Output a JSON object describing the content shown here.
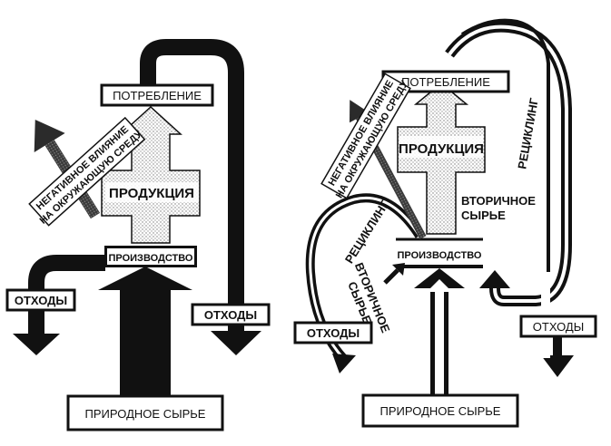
{
  "left_diagram": {
    "consumption": "ПОТРЕБЛЕНИЕ",
    "production": "ПРОИЗВОДСТВО",
    "products": "ПРОДУКЦИЯ",
    "waste_left": "ОТХОДЫ",
    "waste_right": "ОТХОДЫ",
    "raw_materials": "ПРИРОДНОЕ СЫРЬЕ",
    "impact_line1": "НЕГАТИВНОЕ ВЛИЯНИЕ",
    "impact_line2": "НА ОКРУЖАЮЩУЮ СРЕДУ"
  },
  "right_diagram": {
    "consumption": "ПОТРЕБЛЕНИЕ",
    "production": "ПРОИЗВОДСТВО",
    "products": "ПРОДУКЦИЯ",
    "secondary_line1": "ВТОРИЧНОЕ",
    "secondary_line2": "СЫРЬЕ",
    "recycling_right": "РЕЦИКЛИНГ",
    "recycling_left": "РЕЦИКЛИНГ",
    "secondary_rot_line1": "ВТОРИЧНОЕ",
    "secondary_rot_line2": "СЫРЬЕ",
    "waste_left": "ОТХОДЫ",
    "waste_right": "ОТХОДЫ",
    "raw_materials": "ПРИРОДНОЕ СЫРЬЕ",
    "impact_line1": "НЕГАТИВНОЕ ВЛИЯНИЕ",
    "impact_line2": "НА ОКРУЖАЮЩУЮ СРЕДУ"
  }
}
